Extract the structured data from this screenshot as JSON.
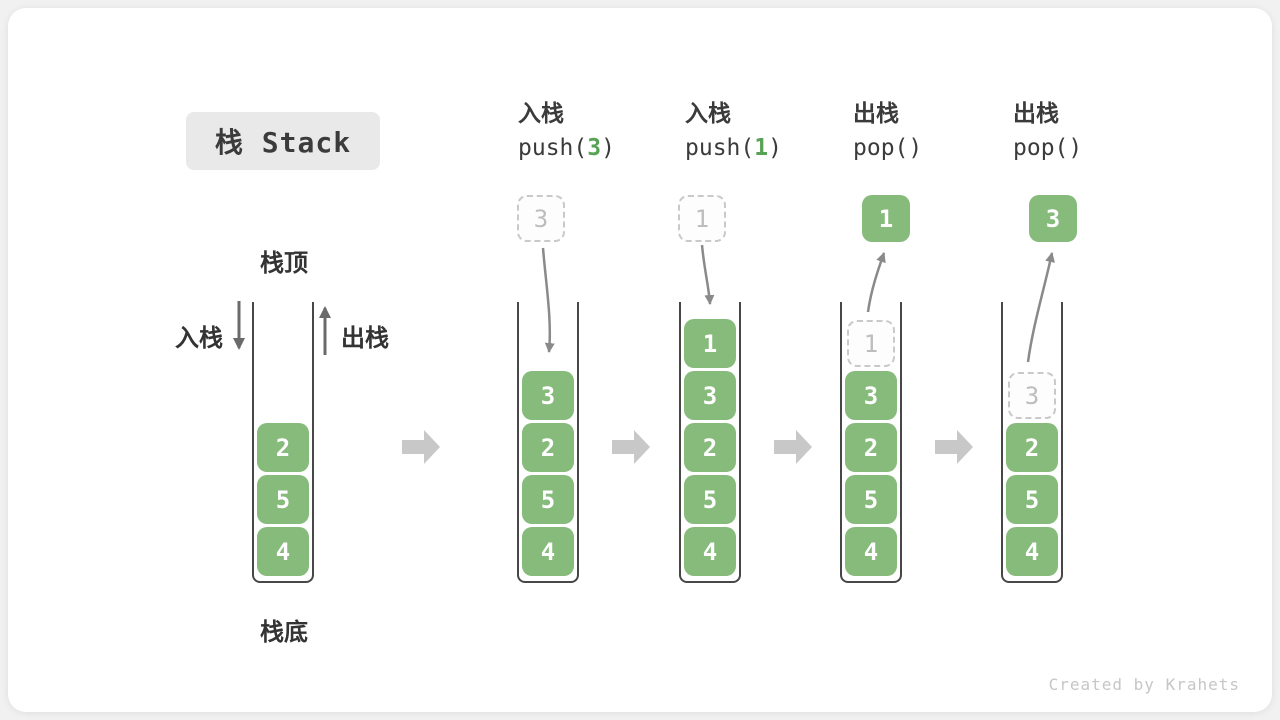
{
  "meta": {
    "watermark": "Created by Krahets"
  },
  "title": {
    "text": "栈 Stack"
  },
  "labels": {
    "stack_top": "栈顶",
    "stack_bottom": "栈底",
    "push_side": "入栈",
    "pop_side": "出栈"
  },
  "colors": {
    "box_green": "#87bb7c",
    "code_arg_green": "#57a254",
    "ghost_border": "#c9c9c9",
    "ghost_text": "#bdbdbd",
    "flow_arrow_gray": "#c8c8c8",
    "curve_arrow_gray": "#8a8a8a",
    "text_dark": "#3b3b3b",
    "badge_bg": "#e9e9e9",
    "wall_dark": "#474747",
    "watermark_gray": "#c6c6c6"
  },
  "steps": [
    {
      "stack": [
        {
          "v": "2"
        },
        {
          "v": "5"
        },
        {
          "v": "4"
        }
      ]
    },
    {
      "op": "入栈",
      "code": {
        "pre": "push(",
        "arg": "3",
        "post": ")"
      },
      "float": {
        "v": "3",
        "ghost": true
      },
      "stack": [
        {
          "v": "3"
        },
        {
          "v": "2"
        },
        {
          "v": "5"
        },
        {
          "v": "4"
        }
      ]
    },
    {
      "op": "入栈",
      "code": {
        "pre": "push(",
        "arg": "1",
        "post": ")"
      },
      "float": {
        "v": "1",
        "ghost": true
      },
      "stack": [
        {
          "v": "1"
        },
        {
          "v": "3"
        },
        {
          "v": "2"
        },
        {
          "v": "5"
        },
        {
          "v": "4"
        }
      ]
    },
    {
      "op": "出栈",
      "code": {
        "pre": "pop(",
        "arg": "",
        "post": ")"
      },
      "float": {
        "v": "1",
        "ghost": false
      },
      "stack": [
        {
          "v": "1",
          "ghost": true
        },
        {
          "v": "3"
        },
        {
          "v": "2"
        },
        {
          "v": "5"
        },
        {
          "v": "4"
        }
      ]
    },
    {
      "op": "出栈",
      "code": {
        "pre": "pop(",
        "arg": "",
        "post": ")"
      },
      "float": {
        "v": "3",
        "ghost": false
      },
      "stack": [
        {
          "v": "3",
          "ghost": true
        },
        {
          "v": "2"
        },
        {
          "v": "5"
        },
        {
          "v": "4"
        }
      ]
    }
  ]
}
